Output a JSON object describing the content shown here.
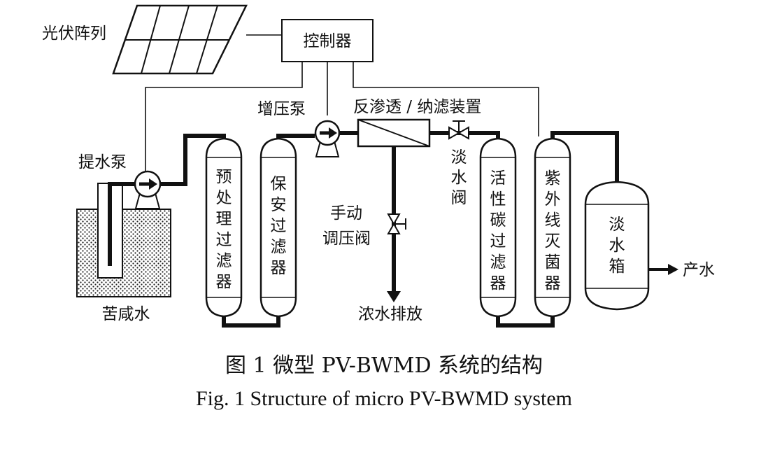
{
  "labels": {
    "pv_array": "光伏阵列",
    "controller": "控制器",
    "booster_pump": "增压泵",
    "ro_nf_device": "反渗透 / 纳滤装置",
    "lift_pump": "提水泵",
    "brackish_water": "苦咸水",
    "pretreat_filter": "预处理过滤器",
    "security_filter": "保安过滤器",
    "manual_valve": [
      "手动",
      "调压阀"
    ],
    "concentrate_discharge": "浓水排放",
    "fresh_valve": "淡水阀",
    "carbon_filter": "活性碳过滤器",
    "uv_sterilizer": "紫外线灭菌器",
    "fresh_tank": "淡水箱",
    "product_water": "产水"
  },
  "caption": {
    "cn": "图 1  微型 PV-BWMD 系统的结构",
    "en": "Fig. 1  Structure of micro PV-BWMD system"
  }
}
